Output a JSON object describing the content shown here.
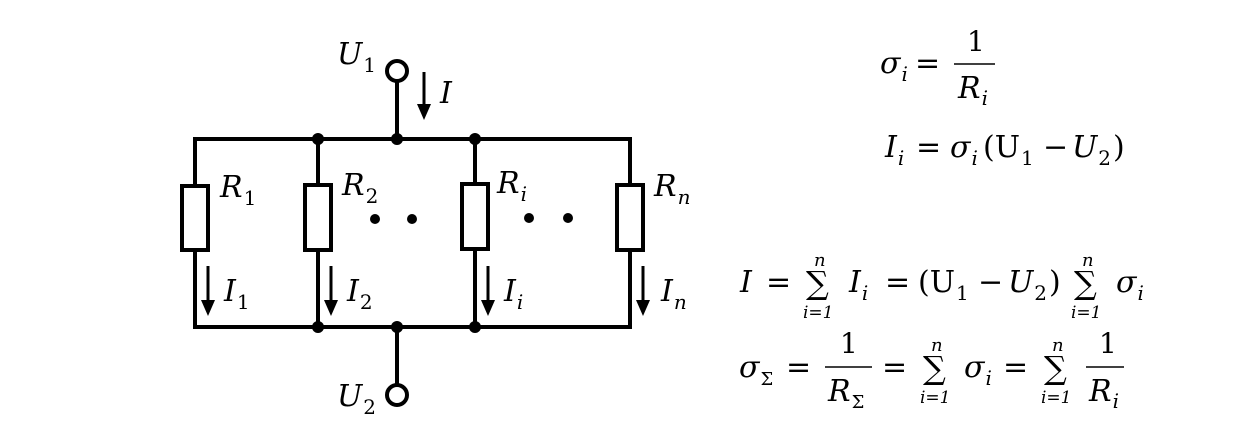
{
  "circuit": {
    "terminals": {
      "top": {
        "main": "U",
        "sub": "1"
      },
      "bottom": {
        "main": "U",
        "sub": "2"
      }
    },
    "total_current": {
      "main": "I",
      "sub": ""
    },
    "resistors": [
      {
        "main": "R",
        "sub": "1"
      },
      {
        "main": "R",
        "sub": "2"
      },
      {
        "main": "R",
        "sub": "i"
      },
      {
        "main": "R",
        "sub": "n"
      }
    ],
    "branch_currents": [
      {
        "main": "I",
        "sub": "1"
      },
      {
        "main": "I",
        "sub": "2"
      },
      {
        "main": "I",
        "sub": "i"
      },
      {
        "main": "I",
        "sub": "n"
      }
    ]
  },
  "formulas": {
    "f1": {
      "lhs": {
        "main": "σ",
        "sub": "i"
      },
      "eq": "=",
      "num": "1",
      "den": {
        "main": "R",
        "sub": "i"
      }
    },
    "f2": {
      "lhs": {
        "main": "I",
        "sub": "i"
      },
      "eq": "=",
      "rhs_a": {
        "main": "σ",
        "sub": "i"
      },
      "rhs_b": "(U",
      "rhs_b_sub": "1",
      "minus": "−",
      "rhs_c": "U",
      "rhs_c_sub": "2",
      "close": ")"
    },
    "f3": {
      "lhs": "I",
      "eq": "=",
      "sum_top": "n",
      "sum_sym": "∑",
      "sum_bot": "i=1",
      "term1": {
        "main": "I",
        "sub": "i"
      },
      "eq2": "=",
      "paren": "(U",
      "paren_sub1": "1",
      "minus": "−",
      "paren_u2": "U",
      "paren_sub2": "2",
      "close": ")",
      "term2": {
        "main": "σ",
        "sub": "i"
      }
    },
    "f4": {
      "lhs": {
        "main": "σ",
        "sub": "Σ"
      },
      "eq": "=",
      "num": "1",
      "den": {
        "main": "R",
        "sub": "Σ"
      },
      "eq2": "=",
      "sum_top": "n",
      "sum_sym": "∑",
      "sum_bot": "i=1",
      "term": {
        "main": "σ",
        "sub": "i"
      },
      "eq3": "=",
      "num2": "1",
      "den2": {
        "main": "R",
        "sub": "i"
      }
    }
  }
}
